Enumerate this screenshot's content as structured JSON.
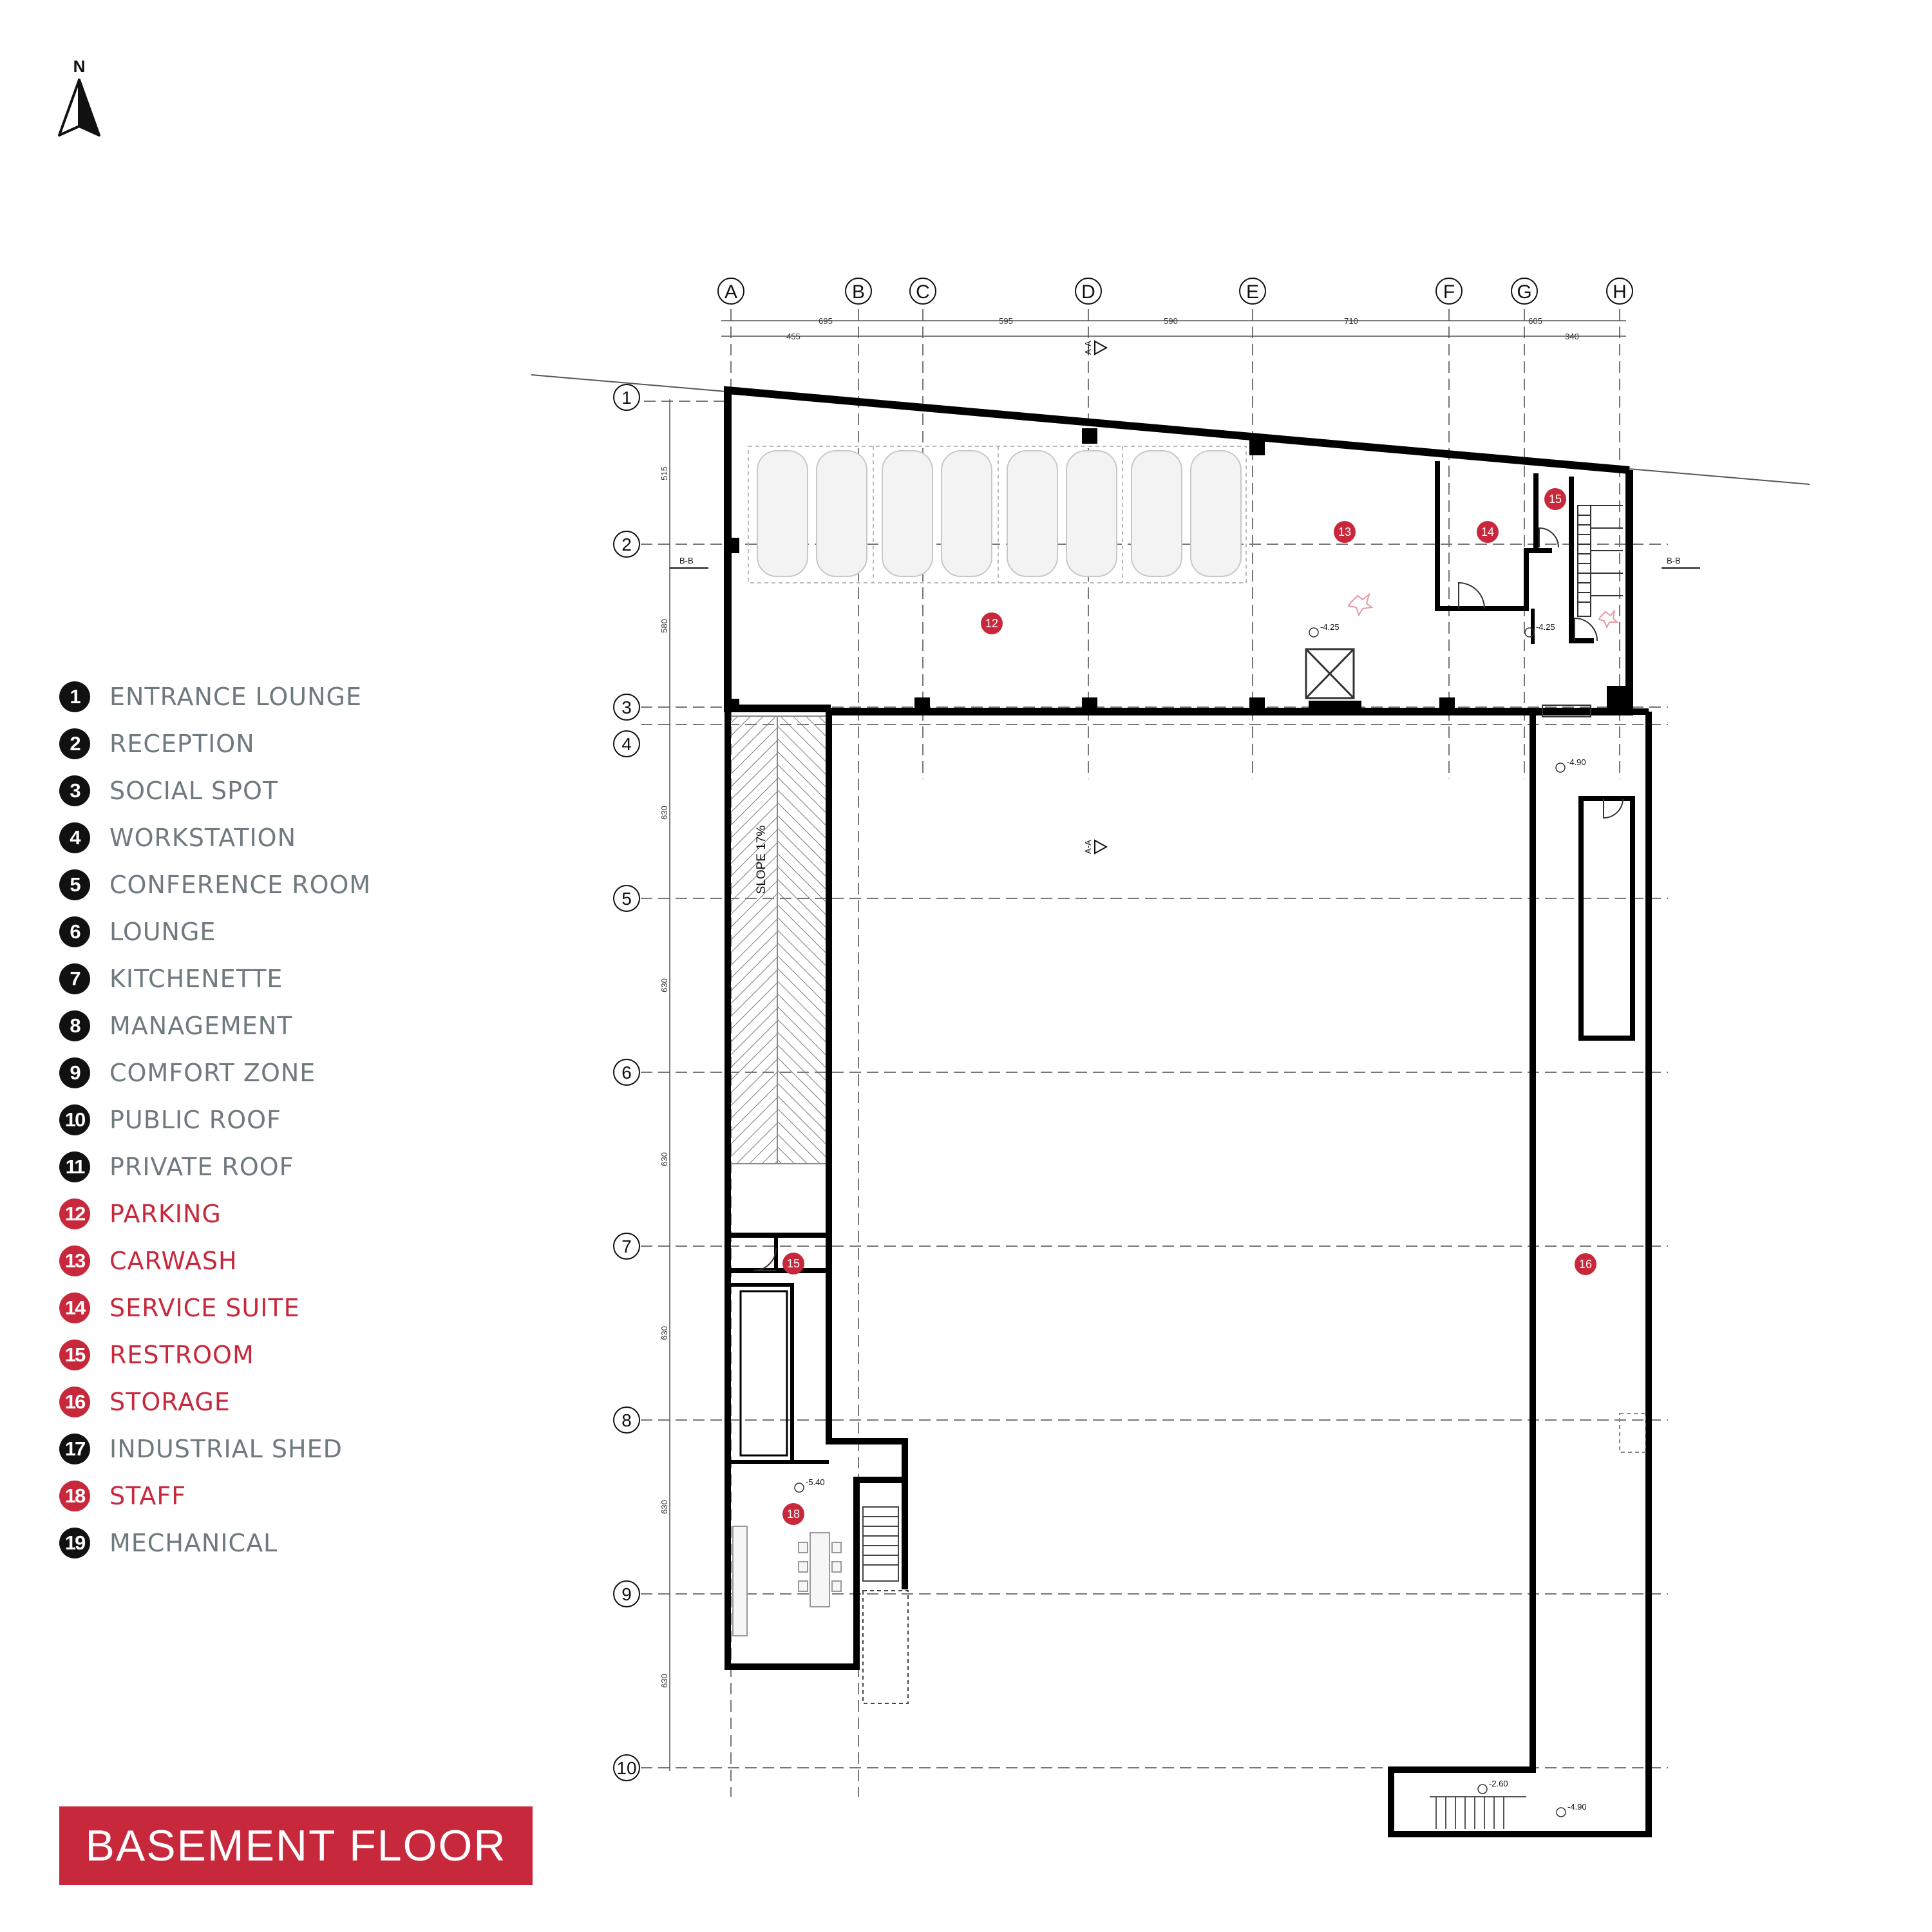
{
  "north_label": "N",
  "colors": {
    "accent": "#c8283c",
    "dark": "#111111",
    "label_gray": "#6e7a7e",
    "wall": "#000000"
  },
  "grid": {
    "columns": [
      "A",
      "B",
      "C",
      "D",
      "E",
      "F",
      "G",
      "H"
    ],
    "rows": [
      "1",
      "2",
      "3",
      "4",
      "5",
      "6",
      "7",
      "8",
      "9",
      "10"
    ],
    "top_dimensions": [
      "695",
      "455",
      "595",
      "590",
      "710",
      "605",
      "340"
    ],
    "side_dimensions": [
      "515",
      "580",
      "630",
      "630",
      "630",
      "630",
      "630",
      "630"
    ]
  },
  "section_marks": [
    "A-A",
    "A-A",
    "B-B",
    "B-B"
  ],
  "levels": [
    "-4.25",
    "-4.25",
    "-4.90",
    "-5.40",
    "-2.60",
    "-4.90"
  ],
  "slope_label": "SLOPE 17%",
  "room_tags": [
    "12",
    "13",
    "14",
    "15",
    "15",
    "16",
    "18"
  ],
  "legend": [
    {
      "num": "1",
      "label": "ENTRANCE LOUNGE",
      "highlight": false
    },
    {
      "num": "2",
      "label": "RECEPTION",
      "highlight": false
    },
    {
      "num": "3",
      "label": "SOCIAL SPOT",
      "highlight": false
    },
    {
      "num": "4",
      "label": "WORKSTATION",
      "highlight": false
    },
    {
      "num": "5",
      "label": "CONFERENCE ROOM",
      "highlight": false
    },
    {
      "num": "6",
      "label": "LOUNGE",
      "highlight": false
    },
    {
      "num": "7",
      "label": "KITCHENETTE",
      "highlight": false
    },
    {
      "num": "8",
      "label": "MANAGEMENT",
      "highlight": false
    },
    {
      "num": "9",
      "label": "COMFORT ZONE",
      "highlight": false
    },
    {
      "num": "10",
      "label": "PUBLIC ROOF",
      "highlight": false
    },
    {
      "num": "11",
      "label": "PRIVATE ROOF",
      "highlight": false
    },
    {
      "num": "12",
      "label": "PARKING",
      "highlight": true
    },
    {
      "num": "13",
      "label": "CARWASH",
      "highlight": true
    },
    {
      "num": "14",
      "label": "SERVICE SUITE",
      "highlight": true
    },
    {
      "num": "15",
      "label": "RESTROOM",
      "highlight": true
    },
    {
      "num": "16",
      "label": "STORAGE",
      "highlight": true
    },
    {
      "num": "17",
      "label": "INDUSTRIAL SHED",
      "highlight": false
    },
    {
      "num": "18",
      "label": "STAFF",
      "highlight": true
    },
    {
      "num": "19",
      "label": "MECHANICAL",
      "highlight": false
    }
  ],
  "title": "BASEMENT FLOOR"
}
